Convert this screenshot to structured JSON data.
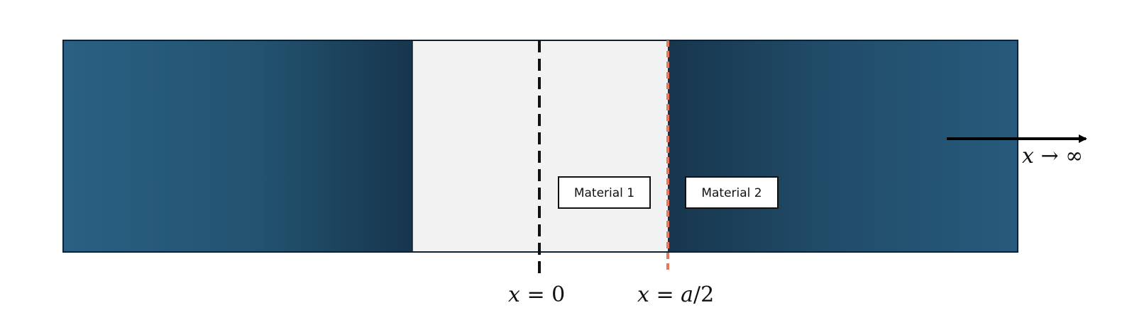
{
  "colors": {
    "outer_light": "#2a6084",
    "outer_dark": "#17364d",
    "material_1_fill": "#f2f2f2",
    "border": "#0f2233",
    "origin_line": "#111111",
    "interface_line": "#e8765c",
    "arrow": "#000000"
  },
  "labels": {
    "material_1": "Material 1",
    "material_2": "Material 2",
    "origin_var": "x",
    "origin_rest": " = 0",
    "interface_var": "x",
    "interface_rest": " = ",
    "interface_a": "a",
    "interface_tail": "/2",
    "infinity_var": "x",
    "infinity_rest": " → ∞"
  }
}
